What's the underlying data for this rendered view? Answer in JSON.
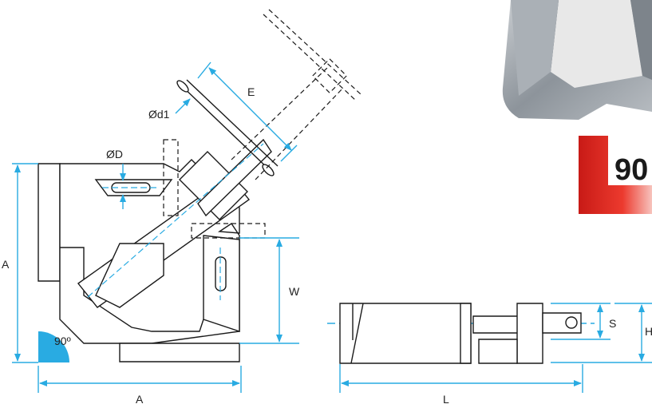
{
  "badge": {
    "text": "90"
  },
  "labels": {
    "dim_A_vertical": "A",
    "dim_A_horizontal": "A",
    "dim_W": "W",
    "dim_E": "E",
    "dim_d1": "Ød1",
    "dim_D": "ØD",
    "angle": "90º",
    "dim_L": "L",
    "dim_S": "S",
    "dim_H": "H"
  },
  "colors": {
    "line": "#1a1a1a",
    "dimension": "#29abe2",
    "badge_red": "#e5251f",
    "photo_metal": "#9aa1a8"
  }
}
